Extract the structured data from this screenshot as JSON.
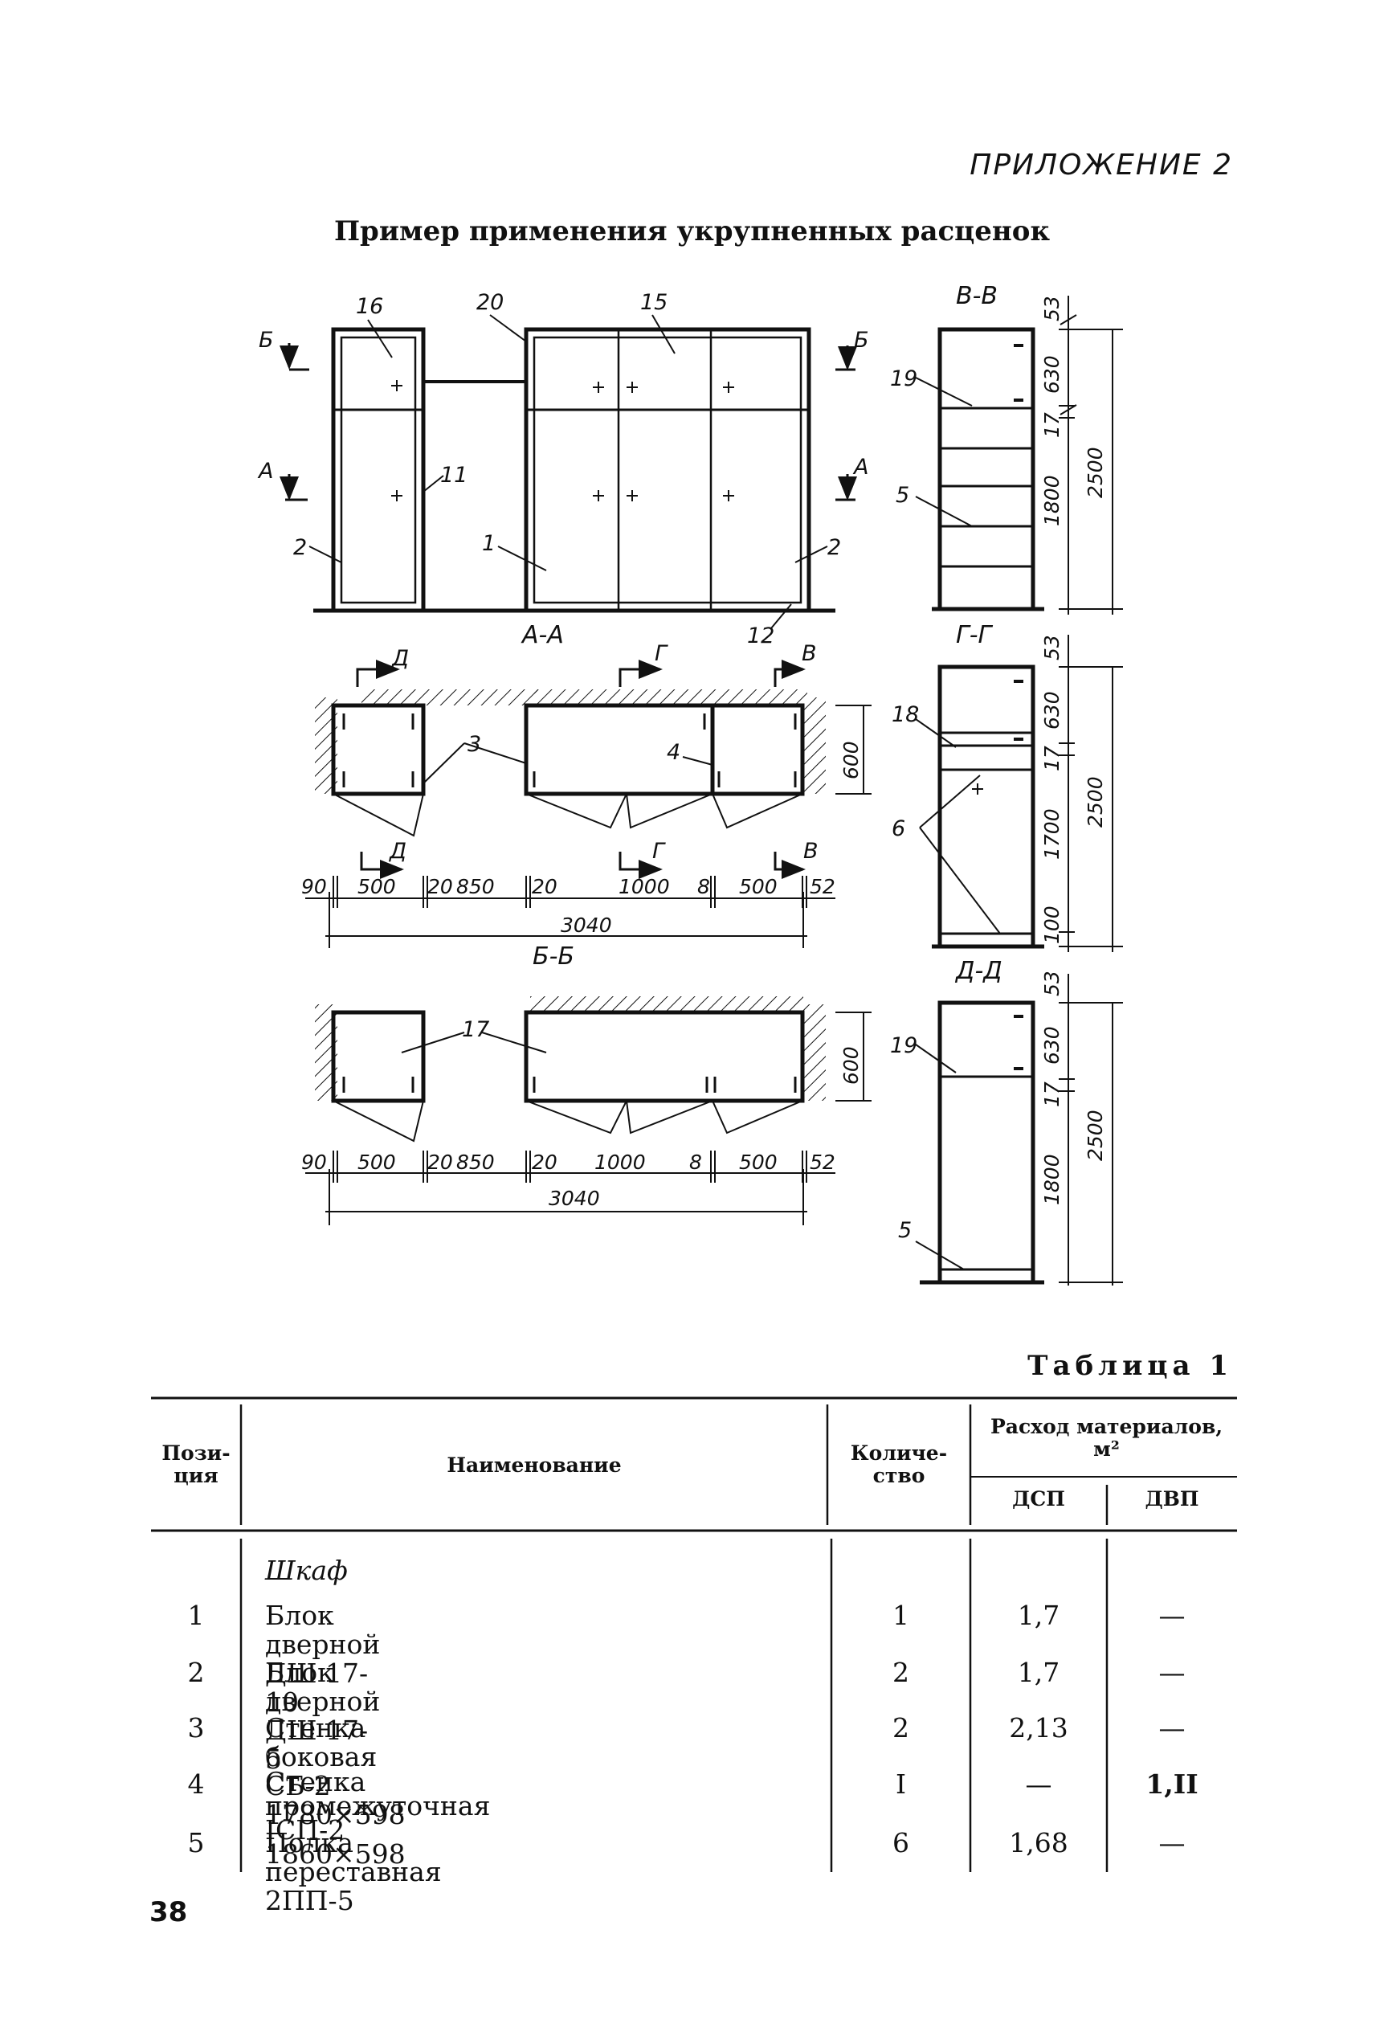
{
  "header": {
    "appendix": "ПРИЛОЖЕНИЕ 2",
    "title": "Пример применения укрупненных расценок"
  },
  "drawing": {
    "elevation": {
      "section_marks": [
        "Б",
        "Б",
        "А",
        "А"
      ],
      "callouts": [
        "16",
        "20",
        "15",
        "11",
        "2",
        "1",
        "2",
        "12"
      ]
    },
    "section_BB_vertical": {
      "label": "В-В",
      "callouts": [
        "19",
        "5"
      ],
      "dims": [
        "53",
        "630",
        "17",
        "1800",
        "2500"
      ]
    },
    "section_GG": {
      "label": "Г-Г",
      "callouts": [
        "18",
        "6"
      ],
      "dims": [
        "53",
        "630",
        "17",
        "1700",
        "100",
        "2500"
      ]
    },
    "section_DD": {
      "label": "Д-Д",
      "callouts": [
        "19",
        "5"
      ],
      "dims": [
        "53",
        "630",
        "17",
        "1800",
        "2500"
      ]
    },
    "plan_AA": {
      "label": "А-А",
      "marks": [
        "Д",
        "Г",
        "В",
        "Д",
        "Г",
        "В"
      ],
      "callouts": [
        "3",
        "4"
      ],
      "depth": "600",
      "dims": [
        "90",
        "500",
        "20",
        "850",
        "20",
        "1000",
        "8",
        "500",
        "52"
      ],
      "total": "3040"
    },
    "plan_BB": {
      "label": "Б-Б",
      "callouts": [
        "17"
      ],
      "depth": "600",
      "dims": [
        "90",
        "500",
        "20",
        "850",
        "20",
        "1000",
        "8",
        "500",
        "52"
      ],
      "total": "3040"
    }
  },
  "table": {
    "caption": "Таблица 1",
    "headers": {
      "position": "Пози-\nция",
      "name": "Наименование",
      "quantity": "Количе-\nство",
      "materials": "Расход материалов, м²",
      "dsp": "ДСП",
      "dvp": "ДВП"
    },
    "group": "Шкаф",
    "rows": [
      {
        "pos": "1",
        "name": "Блок дверной ДШ 17-10",
        "qty": "1",
        "dsp": "1,7",
        "dvp": "—"
      },
      {
        "pos": "2",
        "name": "Блок дверной ДШ 17-5",
        "qty": "2",
        "dsp": "1,7",
        "dvp": "—"
      },
      {
        "pos": "3",
        "name": "Стенка боковая СБ-2 1780×598",
        "qty": "2",
        "dsp": "2,13",
        "dvp": "—"
      },
      {
        "pos": "4",
        "name": "Стенка промежуточная ІСП-2\n1860×598",
        "qty": "I",
        "dsp": "—",
        "dvp": "1,II"
      },
      {
        "pos": "5",
        "name": "Полка переставная 2ПП-5",
        "qty": "6",
        "dsp": "1,68",
        "dvp": "—"
      }
    ]
  },
  "footer": {
    "page_number": "38"
  }
}
